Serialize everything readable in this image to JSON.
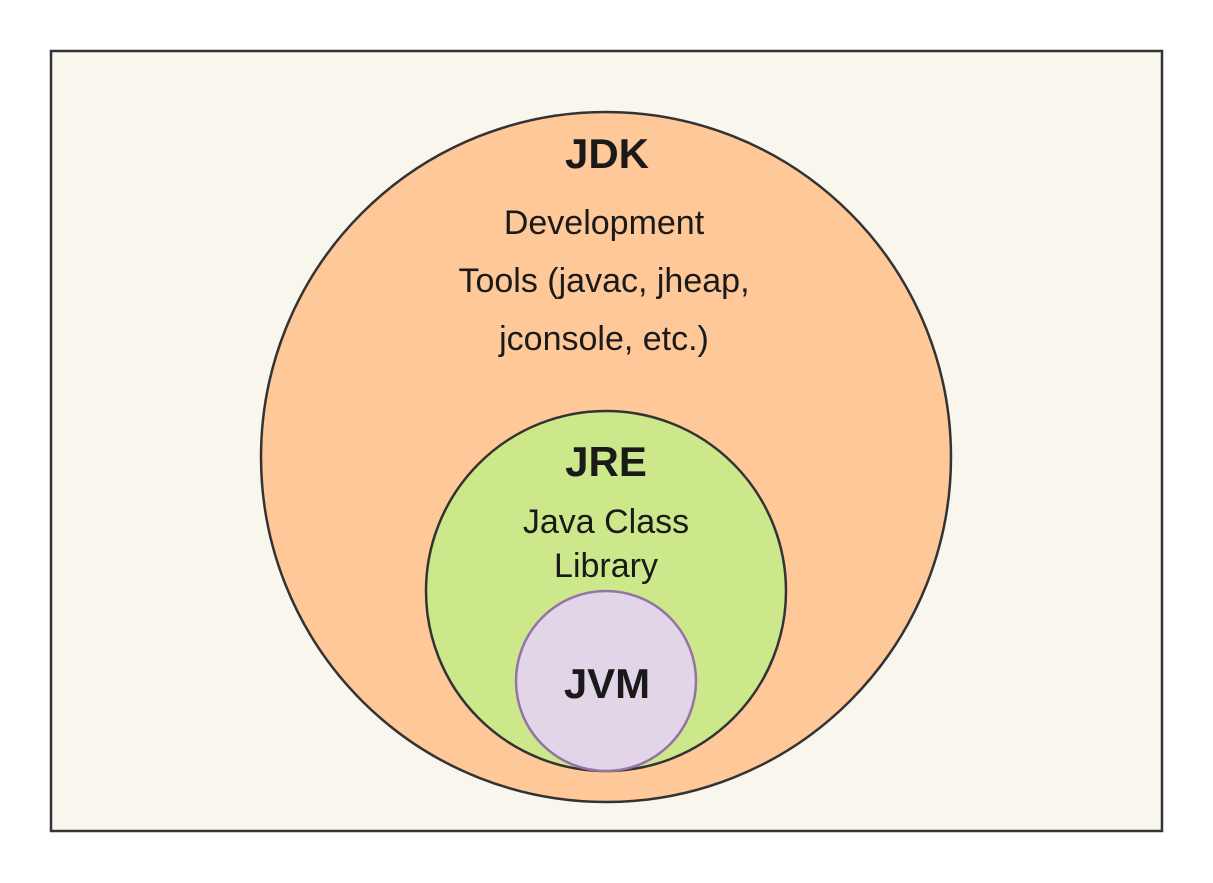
{
  "colors": {
    "frame_fill": "#F9F6EE",
    "frame_stroke": "#333333",
    "jdk_fill": "#FEC898",
    "jre_fill": "#CDE88A",
    "jvm_fill": "#E1D5E7",
    "jvm_stroke": "#9673A6",
    "circle_stroke": "#333333"
  },
  "jdk": {
    "title": "JDK",
    "lines": [
      "Development",
      "Tools (javac, jheap,",
      "jconsole, etc.)"
    ]
  },
  "jre": {
    "title": "JRE",
    "lines": [
      "Java Class",
      "Library"
    ]
  },
  "jvm": {
    "title": "JVM"
  }
}
